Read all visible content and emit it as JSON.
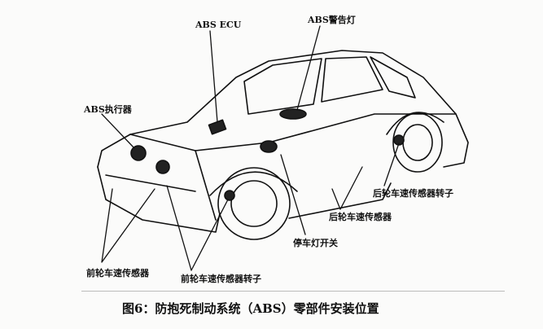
{
  "labels": {
    "abs_ecu": "ABS ECU",
    "abs_warning_lamp": "ABS警告灯",
    "abs_actuator": "ABS执行器",
    "rear_sensor_rotor": "后轮车速传感器转子",
    "rear_sensor": "后轮车速传感器",
    "stop_lamp_switch": "停车灯开关",
    "front_sensor": "前轮车速传感器",
    "front_sensor_rotor": "前轮车速传感器转子"
  },
  "caption": "图6：防抱死制动系统（ABS）零部件安装位置"
}
